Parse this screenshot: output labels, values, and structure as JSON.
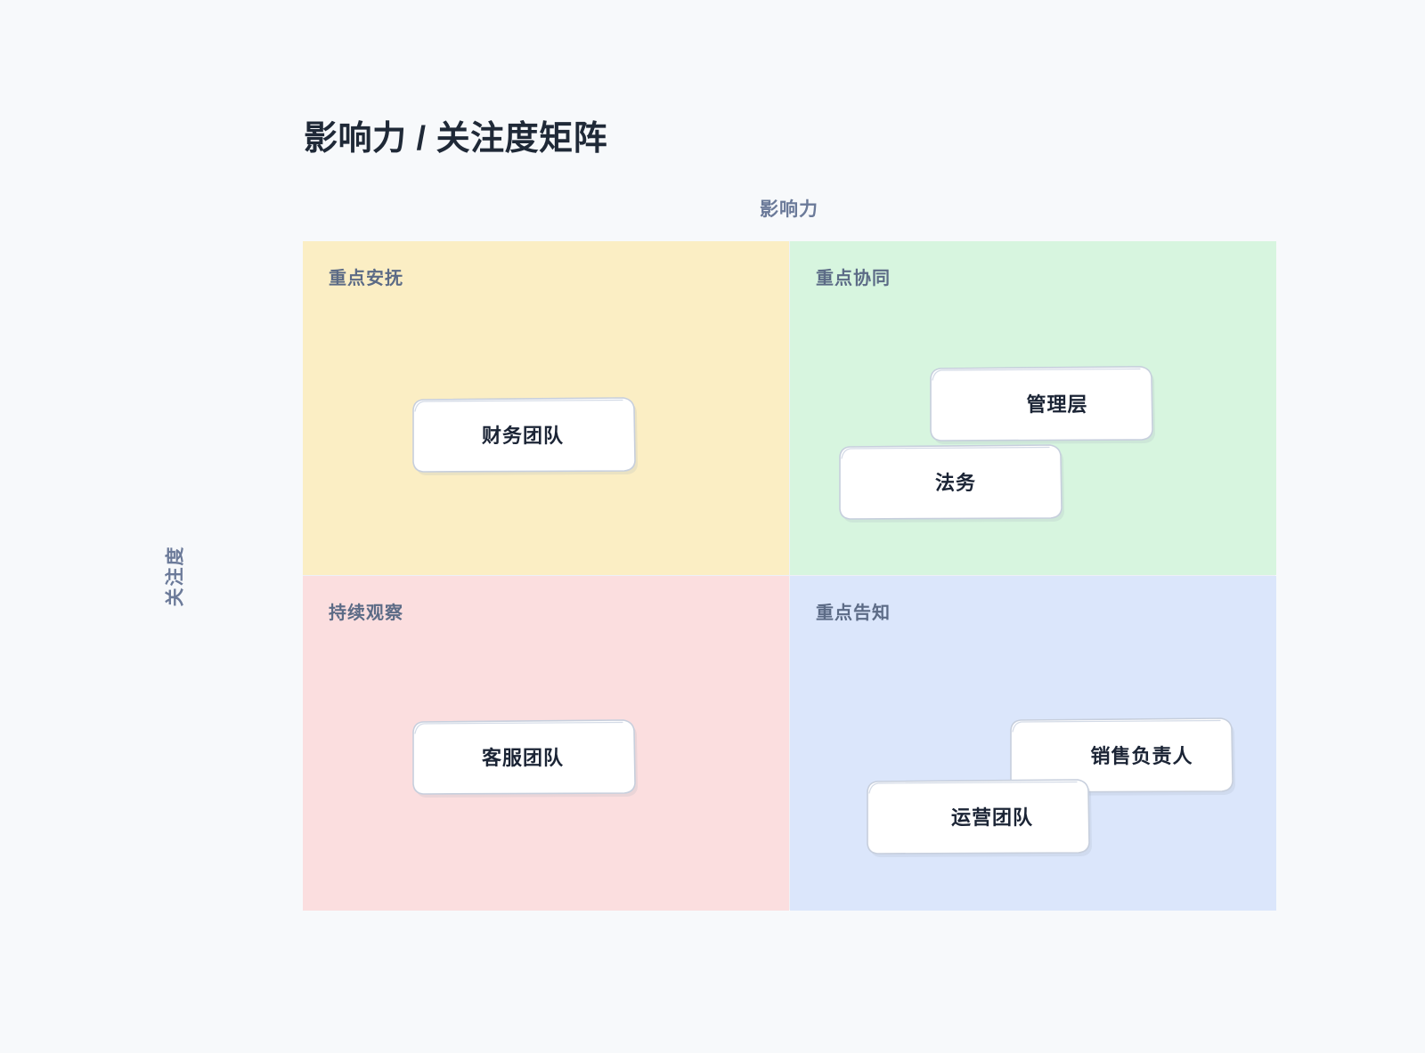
{
  "page": {
    "title": "影响力 / 关注度矩阵",
    "background_color": "#f7f9fb",
    "title_color": "#1f2937"
  },
  "axes": {
    "x_label": "影响力",
    "y_label": "关注度",
    "label_color": "#6b7a99"
  },
  "chart_data": {
    "type": "scatter",
    "title": "影响力 / 关注度矩阵",
    "xlabel": "影响力",
    "ylabel": "关注度",
    "quadrants": [
      {
        "key": "keep-satisfied",
        "label": "重点安抚",
        "position": "top-left",
        "color": "#fbeec4",
        "influence": "low",
        "interest": "high",
        "items": [
          "财务团队"
        ]
      },
      {
        "key": "manage-closely",
        "label": "重点协同",
        "position": "top-right",
        "color": "#d7f5df",
        "influence": "high",
        "interest": "high",
        "items": [
          "管理层",
          "法务"
        ]
      },
      {
        "key": "monitor",
        "label": "持续观察",
        "position": "bottom-left",
        "color": "#fbdedf",
        "influence": "low",
        "interest": "low",
        "items": [
          "客服团队"
        ]
      },
      {
        "key": "keep-informed",
        "label": "重点告知",
        "position": "bottom-right",
        "color": "#dbe6fb",
        "influence": "high",
        "interest": "low",
        "items": [
          "运营团队",
          "销售负责人"
        ]
      }
    ],
    "stakeholders": [
      {
        "name": "财务团队",
        "quadrant": "重点安抚"
      },
      {
        "name": "管理层",
        "quadrant": "重点协同"
      },
      {
        "name": "法务",
        "quadrant": "重点协同"
      },
      {
        "name": "客服团队",
        "quadrant": "持续观察"
      },
      {
        "name": "销售负责人",
        "quadrant": "重点告知"
      },
      {
        "name": "运营团队",
        "quadrant": "重点告知"
      }
    ],
    "grid": false,
    "legend": "none"
  },
  "cards": {
    "finance": "财务团队",
    "management": "管理层",
    "legal": "法务",
    "support": "客服团队",
    "sales_lead": "销售负责人",
    "operations": "运营团队"
  },
  "colors": {
    "card_fill": "#ffffff",
    "card_stroke": "#c7cfdd",
    "card_text": "#1b2435",
    "quadrant_label": "#5c6b86"
  }
}
